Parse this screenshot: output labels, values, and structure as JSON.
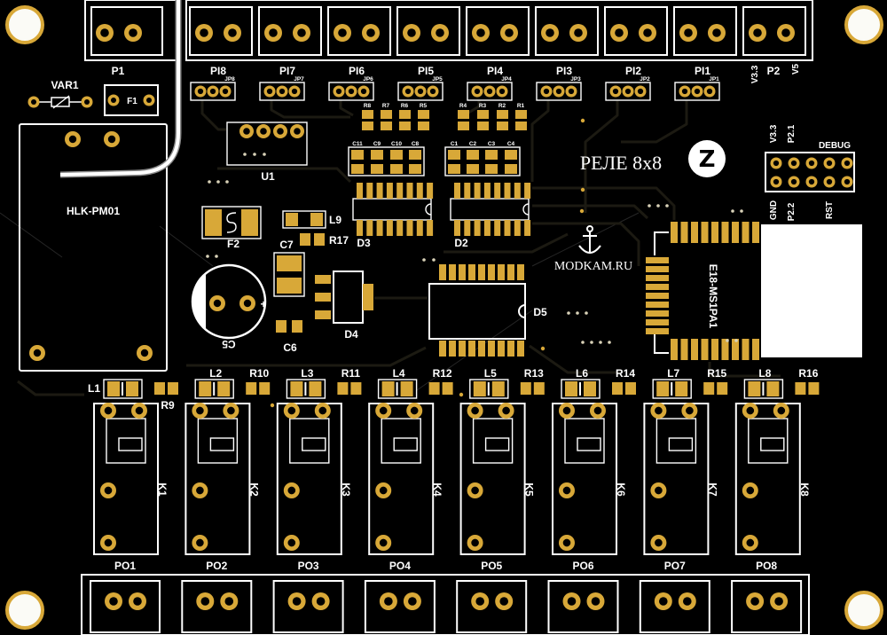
{
  "colors": {
    "board": "#000000",
    "copper": "#d8a838",
    "silkscreen": "#ffffff",
    "track": "#1c1a12"
  },
  "top": {
    "p1": "P1",
    "inputs": [
      "PI8",
      "PI7",
      "PI6",
      "PI5",
      "PI4",
      "PI3",
      "PI2",
      "PI1"
    ],
    "p2": "P2",
    "v33": "V3.3",
    "v5": "V5"
  },
  "jumpers": [
    "JP8",
    "JP7",
    "JP6",
    "JP5",
    "JP4",
    "JP3",
    "JP2",
    "JP1"
  ],
  "power": {
    "varistor": "VAR1",
    "fuse1": "F1",
    "module": "HLK-PM01",
    "header": "U1",
    "fuse2": "F2",
    "inductor": "L9",
    "resistor": "R17",
    "cap7": "C7",
    "cap5": "C5",
    "cap5_polarity": "+",
    "cap6": "C6",
    "regulator": "D4"
  },
  "resistors_left": [
    "R8",
    "R7",
    "R6",
    "R5"
  ],
  "resistors_right": [
    "R4",
    "R3",
    "R2",
    "R1"
  ],
  "caps_left": [
    "C11",
    "C9",
    "C10",
    "C8"
  ],
  "caps_right": [
    "C1",
    "C2",
    "C3",
    "C4"
  ],
  "ics": {
    "d3": "D3",
    "d2": "D2",
    "d5": "D5"
  },
  "title": "РЕЛЕ 8x8",
  "logo": "Z",
  "brand": "MODKAM.RU",
  "debug": {
    "title": "DEBUG",
    "v33": "V3.3",
    "p21": "P2.1",
    "gnd": "GND",
    "p22": "P2.2",
    "rst": "RST"
  },
  "radio": "E18-MS1PA1",
  "leds": [
    {
      "led": "L1",
      "res": "R9"
    },
    {
      "led": "L2",
      "res": "R10"
    },
    {
      "led": "L3",
      "res": "R11"
    },
    {
      "led": "L4",
      "res": "R12"
    },
    {
      "led": "L5",
      "res": "R13"
    },
    {
      "led": "L6",
      "res": "R14"
    },
    {
      "led": "L7",
      "res": "R15"
    },
    {
      "led": "L8",
      "res": "R16"
    }
  ],
  "relays": [
    "K1",
    "K2",
    "K3",
    "K4",
    "K5",
    "K6",
    "K7",
    "K8"
  ],
  "outputs": [
    "PO1",
    "PO2",
    "PO3",
    "PO4",
    "PO5",
    "PO6",
    "PO7",
    "PO8"
  ]
}
